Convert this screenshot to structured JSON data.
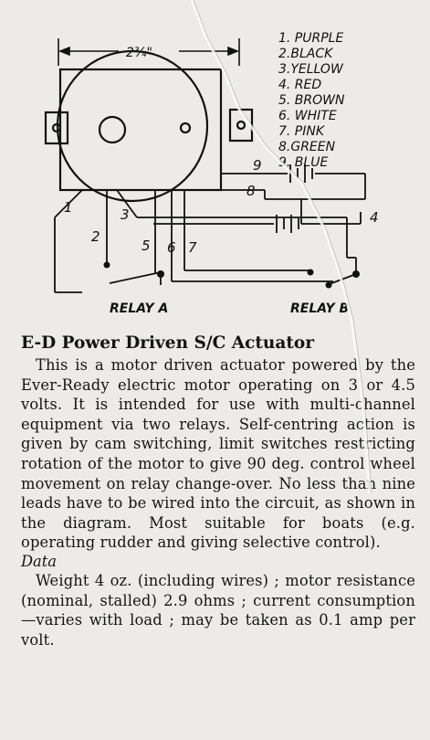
{
  "diagram": {
    "dimension": "2¾\"",
    "legend": [
      "1. PURPLE",
      "2.BLACK",
      "3.YELLOW",
      "4. RED",
      "5. BROWN",
      "6. WHITE",
      "7. PINK",
      "8.GREEN",
      "9. BLUE"
    ],
    "wire_numbers": [
      "1",
      "2",
      "3",
      "4",
      "5",
      "6",
      "7",
      "8",
      "9"
    ],
    "relay_a": "RELAY A",
    "relay_b": "RELAY B"
  },
  "article": {
    "title": "E-D Power Driven S/C Actuator",
    "body": "This is a motor driven actuator powered by the Ever-Ready electric motor operating on 3 or 4.5 volts. It is intended for use with multi-channel equipment via two relays. Self-centring action is given by cam switching, limit switches restricting rotation of the motor to give 90 deg. control wheel movement on relay change-over. No less than nine leads have to be wired into the circuit, as shown in the diagram. Most suitable for boats (e.g. operating rudder and giving selective control).",
    "data_heading": "Data",
    "data_body": "Weight 4 oz. (including wires) ; motor resistance (nominal, stalled) 2.9 ohms ; current consumption—varies with load ; may be taken as 0.1 amp per volt."
  }
}
